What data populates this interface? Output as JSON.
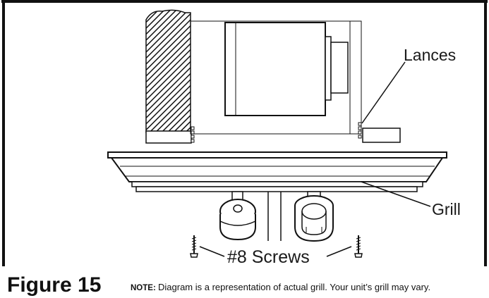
{
  "diagram": {
    "callouts": {
      "lances": "Lances",
      "grill": "Grill",
      "screws": "#8 Screws"
    },
    "caption": {
      "figure_label": "Figure 15",
      "note_label": "NOTE:",
      "note_text": "Diagram is a representation  of actual grill. Your unit’s grill may vary."
    }
  }
}
